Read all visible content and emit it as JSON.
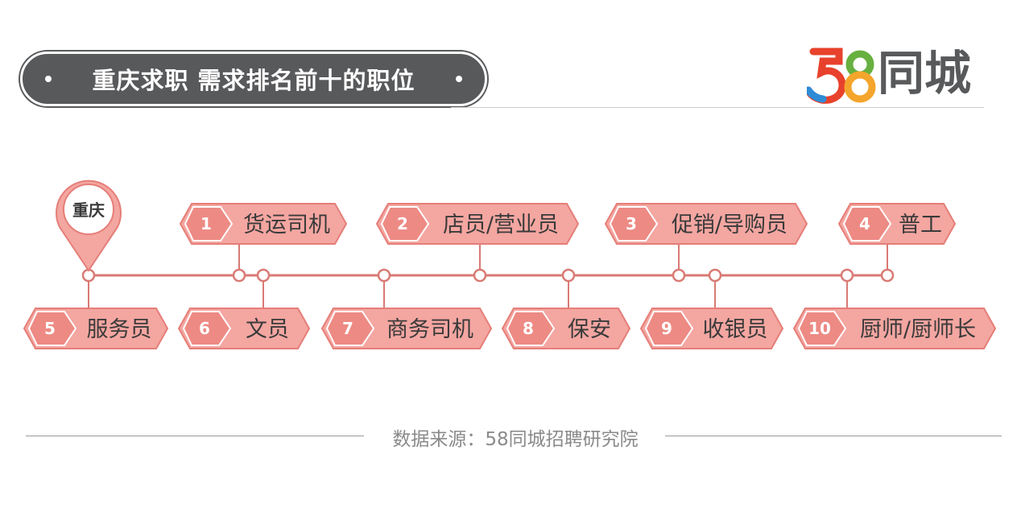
{
  "title": "重庆求职 需求排名前十的职位",
  "logo": {
    "digit1": "5",
    "digit2": "8",
    "text": "同城",
    "colors": [
      "#e8412c",
      "#2e8bd6",
      "#f4a52c",
      "#67b03f"
    ]
  },
  "location_pin": "重庆",
  "top_row": [
    {
      "number": "1",
      "label": "货运司机"
    },
    {
      "number": "2",
      "label": "店员/营业员"
    },
    {
      "number": "3",
      "label": "促销/导购员"
    },
    {
      "number": "4",
      "label": "普工"
    }
  ],
  "bottom_row": [
    {
      "number": "5",
      "label": "服务员"
    },
    {
      "number": "6",
      "label": "文员"
    },
    {
      "number": "7",
      "label": "商务司机"
    },
    {
      "number": "8",
      "label": "保安"
    },
    {
      "number": "9",
      "label": "收银员"
    },
    {
      "number": "10",
      "label": "厨师/厨师长"
    }
  ],
  "colors": {
    "tag_fill": "#f4a6a1",
    "tag_stroke": "#e57e78",
    "badge_fill": "#ed8a84",
    "line": "#d97a74",
    "title_bg": "#58595b"
  },
  "footer": "数据来源：58同城招聘研究院"
}
